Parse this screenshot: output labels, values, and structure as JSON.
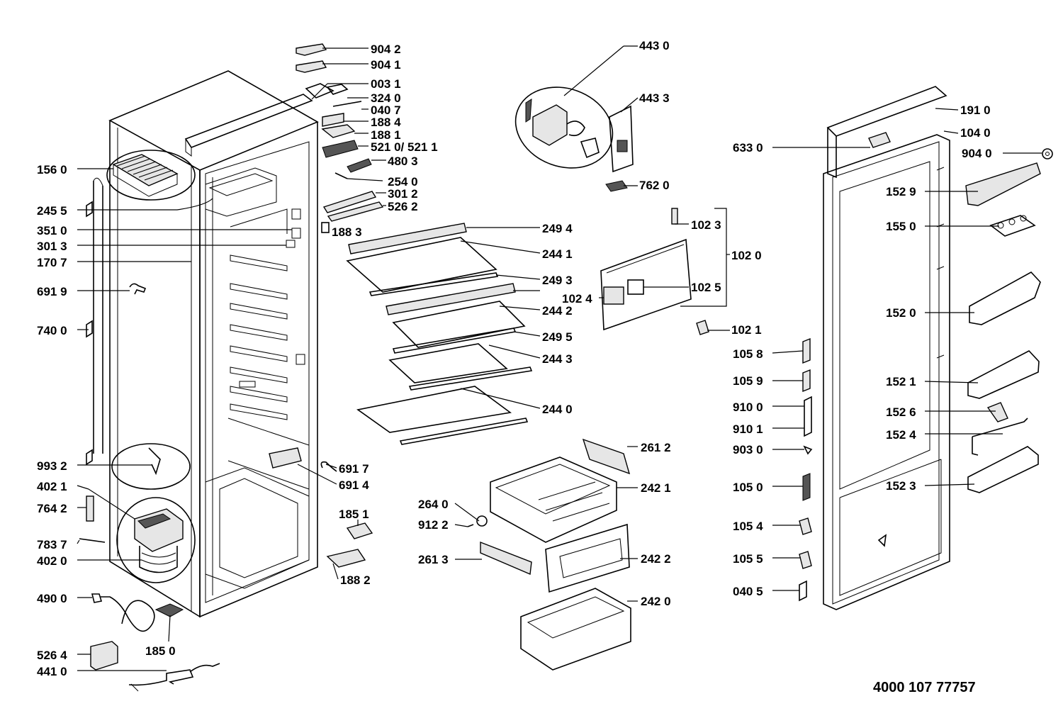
{
  "labels": [
    {
      "id": "l9042",
      "text": "904 2"
    },
    {
      "id": "l9041",
      "text": "904 1"
    },
    {
      "id": "l0031",
      "text": "003 1"
    },
    {
      "id": "l3240",
      "text": "324 0"
    },
    {
      "id": "l0407",
      "text": "040 7"
    },
    {
      "id": "l1884",
      "text": "188 4"
    },
    {
      "id": "l1881",
      "text": "188 1"
    },
    {
      "id": "l5210",
      "text": "521 0/ 521 1"
    },
    {
      "id": "l4803",
      "text": "480 3"
    },
    {
      "id": "l2540",
      "text": "254 0"
    },
    {
      "id": "l3012",
      "text": "301 2"
    },
    {
      "id": "l5262",
      "text": "526 2"
    },
    {
      "id": "l1883",
      "text": "188 3"
    },
    {
      "id": "l1560",
      "text": "156 0"
    },
    {
      "id": "l2455",
      "text": "245 5"
    },
    {
      "id": "l3510",
      "text": "351 0"
    },
    {
      "id": "l3013",
      "text": "301 3"
    },
    {
      "id": "l1707",
      "text": "170 7"
    },
    {
      "id": "l6919",
      "text": "691 9"
    },
    {
      "id": "l7400",
      "text": "740 0"
    },
    {
      "id": "l9932",
      "text": "993 2"
    },
    {
      "id": "l4021",
      "text": "402 1"
    },
    {
      "id": "l7642",
      "text": "764 2"
    },
    {
      "id": "l7837",
      "text": "783 7"
    },
    {
      "id": "l4020",
      "text": "402 0"
    },
    {
      "id": "l4900",
      "text": "490 0"
    },
    {
      "id": "l5264",
      "text": "526 4"
    },
    {
      "id": "l4410",
      "text": "441 0"
    },
    {
      "id": "l1850",
      "text": "185 0"
    },
    {
      "id": "l2494",
      "text": "249 4"
    },
    {
      "id": "l2441",
      "text": "244 1"
    },
    {
      "id": "l2493",
      "text": "249 3"
    },
    {
      "id": "l2442",
      "text": "244 2"
    },
    {
      "id": "l2495",
      "text": "249 5"
    },
    {
      "id": "l2443",
      "text": "244 3"
    },
    {
      "id": "l2440",
      "text": "244 0"
    },
    {
      "id": "l6917",
      "text": "691 7"
    },
    {
      "id": "l6914",
      "text": "691 4"
    },
    {
      "id": "l1851",
      "text": "185 1"
    },
    {
      "id": "l1882",
      "text": "188 2"
    },
    {
      "id": "l4430",
      "text": "443 0"
    },
    {
      "id": "l4433",
      "text": "443 3"
    },
    {
      "id": "l7620",
      "text": "762 0"
    },
    {
      "id": "l1023",
      "text": "102 3"
    },
    {
      "id": "l1020",
      "text": "102 0"
    },
    {
      "id": "l1024",
      "text": "102 4"
    },
    {
      "id": "l1025",
      "text": "102 5"
    },
    {
      "id": "l1021",
      "text": "102 1"
    },
    {
      "id": "l2612",
      "text": "261 2"
    },
    {
      "id": "l2421",
      "text": "242 1"
    },
    {
      "id": "l2640",
      "text": "264 0"
    },
    {
      "id": "l9122",
      "text": "912 2"
    },
    {
      "id": "l2613",
      "text": "261 3"
    },
    {
      "id": "l2422",
      "text": "242 2"
    },
    {
      "id": "l2420",
      "text": "242 0"
    },
    {
      "id": "l6330",
      "text": "633 0"
    },
    {
      "id": "l1910",
      "text": "191 0"
    },
    {
      "id": "l1040",
      "text": "104 0"
    },
    {
      "id": "l9040",
      "text": "904 0"
    },
    {
      "id": "l1529",
      "text": "152 9"
    },
    {
      "id": "l1550",
      "text": "155 0"
    },
    {
      "id": "l1520",
      "text": "152 0"
    },
    {
      "id": "l1521",
      "text": "152 1"
    },
    {
      "id": "l1526",
      "text": "152 6"
    },
    {
      "id": "l1524",
      "text": "152 4"
    },
    {
      "id": "l1523",
      "text": "152 3"
    },
    {
      "id": "l1058",
      "text": "105 8"
    },
    {
      "id": "l1059",
      "text": "105 9"
    },
    {
      "id": "l9100",
      "text": "910 0"
    },
    {
      "id": "l9101",
      "text": "910 1"
    },
    {
      "id": "l9030",
      "text": "903 0"
    },
    {
      "id": "l1050",
      "text": "105 0"
    },
    {
      "id": "l1054",
      "text": "105 4"
    },
    {
      "id": "l1055",
      "text": "105 5"
    },
    {
      "id": "l0405",
      "text": "040 5"
    }
  ],
  "diagram_code": "4000 107 77757"
}
